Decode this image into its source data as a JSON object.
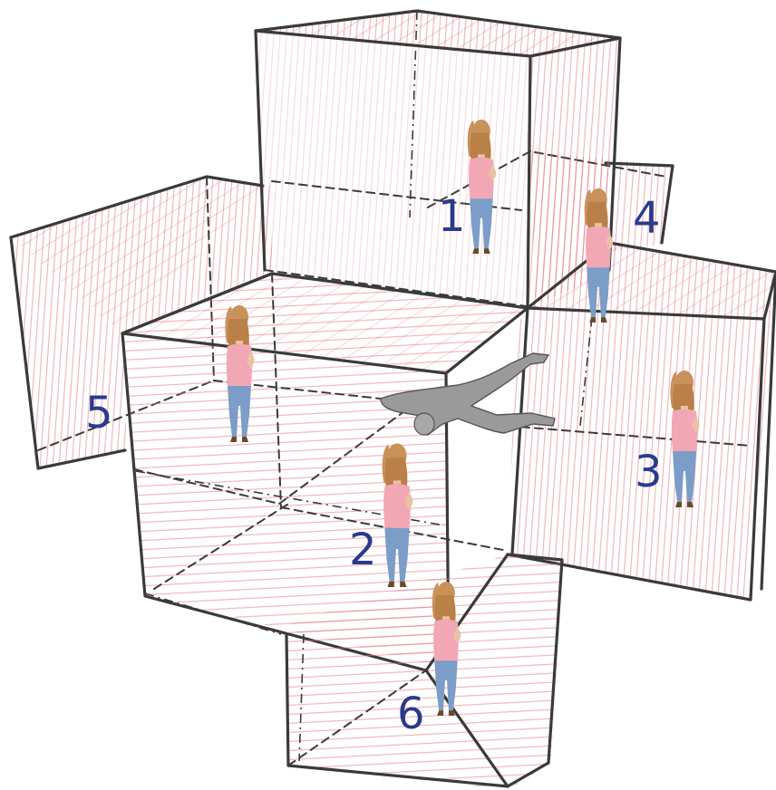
{
  "rooms": [
    {
      "label": "1"
    },
    {
      "label": "2"
    },
    {
      "label": "3"
    },
    {
      "label": "4"
    },
    {
      "label": "5"
    },
    {
      "label": "6"
    }
  ],
  "colors": {
    "label": "#2b3a8c",
    "edge": "#3a3a3a",
    "hatch": "#e07a88",
    "shirt": "#f2a7b4",
    "jeans": "#7b9dc7",
    "hair": "#c8925a",
    "skin": "#e9c2a6"
  }
}
